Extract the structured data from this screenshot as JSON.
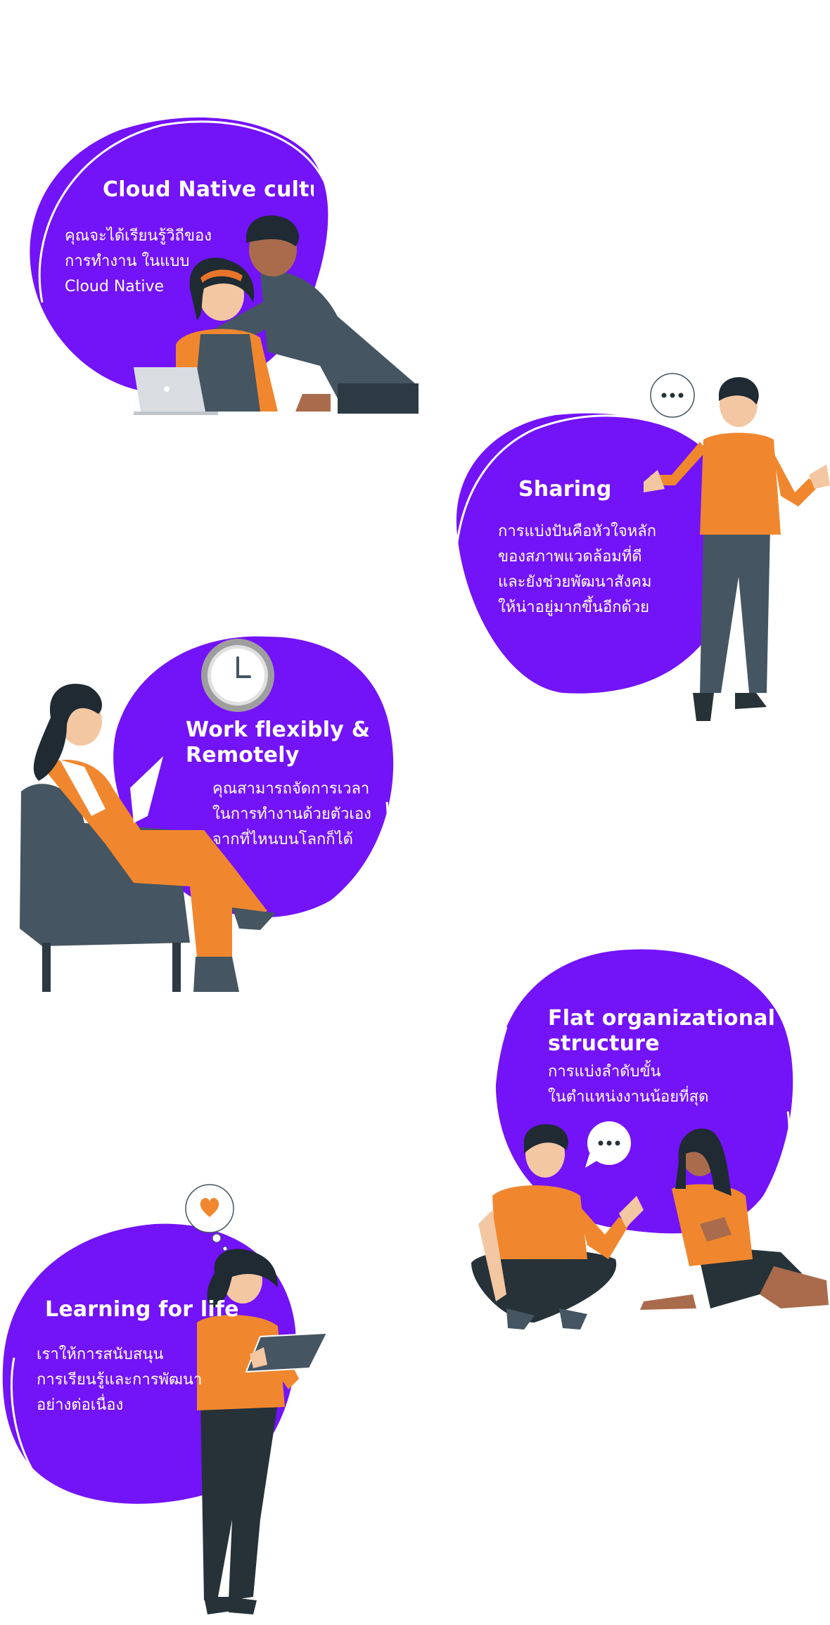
{
  "theme": {
    "blob_color": "#7313f7",
    "accent_orange": "#f0872f",
    "dark_gray": "#455561",
    "text_color": "#ffffff"
  },
  "cards": [
    {
      "id": "cloud-native",
      "title": "Cloud Native cultu",
      "body": [
        "คุณจะได้เรียนรู้วิถีของ",
        "การทำงาน ในแบบ",
        "Cloud Native"
      ]
    },
    {
      "id": "sharing",
      "title": "Sharing",
      "body": [
        "การแบ่งปันคือหัวใจหลัก",
        "ของสภาพแวดล้อมที่ดี",
        "และยังช่วยพัฒนาสังคม",
        "ให้น่าอยู่มากขึ้นอีกด้วย"
      ]
    },
    {
      "id": "work-flexibly",
      "title": [
        "Work flexibly &",
        "Remotely"
      ],
      "body": [
        "คุณสามารถจัดการเวลา",
        "ในการทำงานด้วยตัวเอง",
        "จากที่ไหนบนโลกก็ได้"
      ]
    },
    {
      "id": "flat-structure",
      "title": [
        "Flat organizational",
        "structure"
      ],
      "body": [
        "การแบ่งลำดับขั้น",
        "ในตำแหน่งงานน้อยที่สุด"
      ]
    },
    {
      "id": "learning",
      "title": "Learning for life",
      "body": [
        "เราให้การสนับสนุน",
        "การเรียนรู้และการพัฒนา",
        "อย่างต่อเนื่อง"
      ]
    }
  ],
  "icons": {
    "laptop": "laptop-icon",
    "speech_dots": "speech-bubble-icon",
    "clock": "clock-icon",
    "heart": "heart-icon",
    "book": "book-icon"
  }
}
